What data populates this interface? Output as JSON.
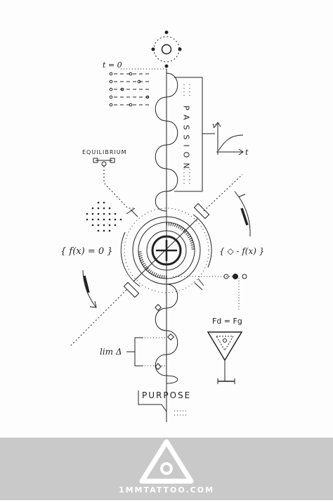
{
  "art": {
    "t_label": "t = 0",
    "passion": "PASSION",
    "v_label": "v",
    "t_axis_label": "t",
    "equilibrium": "EQUILIBRIUM",
    "f_left": "{ f(x) = 0 }",
    "f_right": "{ ◇ - f(x) }",
    "force_eq": "Fd = Fg",
    "lim_label": "lim Δ",
    "purpose": "PURPOSE"
  },
  "brand": {
    "site": "1MMTATTOO.COM"
  },
  "colors": {
    "ink": "#222222",
    "footer_bg": "#c9c9c9",
    "logo": "#ffffff"
  }
}
